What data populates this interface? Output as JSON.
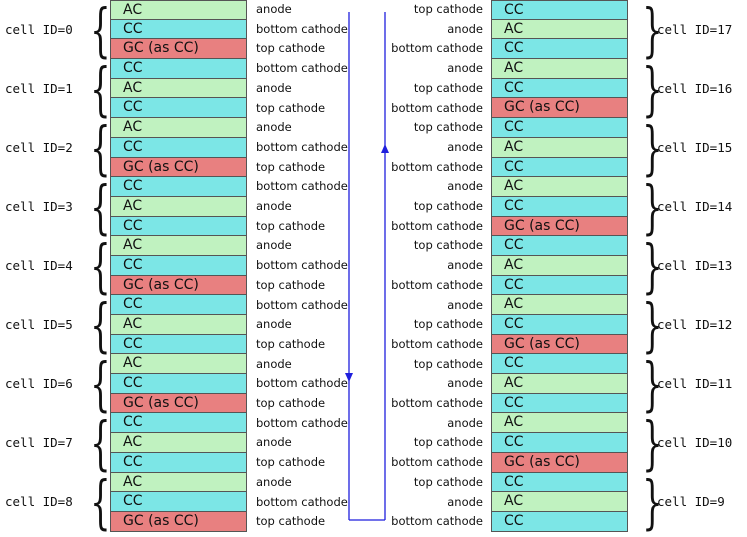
{
  "colors": {
    "AC": "#c0f2c0",
    "CC": "#7ce6e6",
    "GC": "#e88080",
    "arrow": "#1f1fdd"
  },
  "left_stack": [
    {
      "id": "cell ID=0",
      "layers": [
        {
          "t": "AC",
          "l": "anode"
        },
        {
          "t": "CC",
          "l": "bottom cathode"
        },
        {
          "t": "GC (as CC)",
          "l": "top cathode"
        }
      ]
    },
    {
      "id": "cell ID=1",
      "layers": [
        {
          "t": "CC",
          "l": "bottom cathode"
        },
        {
          "t": "AC",
          "l": "anode"
        },
        {
          "t": "CC",
          "l": "top cathode"
        }
      ]
    },
    {
      "id": "cell ID=2",
      "layers": [
        {
          "t": "AC",
          "l": "anode"
        },
        {
          "t": "CC",
          "l": "bottom cathode"
        },
        {
          "t": "GC (as CC)",
          "l": "top cathode"
        }
      ]
    },
    {
      "id": "cell ID=3",
      "layers": [
        {
          "t": "CC",
          "l": "bottom cathode"
        },
        {
          "t": "AC",
          "l": "anode"
        },
        {
          "t": "CC",
          "l": "top cathode"
        }
      ]
    },
    {
      "id": "cell ID=4",
      "layers": [
        {
          "t": "AC",
          "l": "anode"
        },
        {
          "t": "CC",
          "l": "bottom cathode"
        },
        {
          "t": "GC (as CC)",
          "l": "top cathode"
        }
      ]
    },
    {
      "id": "cell ID=5",
      "layers": [
        {
          "t": "CC",
          "l": "bottom cathode"
        },
        {
          "t": "AC",
          "l": "anode"
        },
        {
          "t": "CC",
          "l": "top cathode"
        }
      ]
    },
    {
      "id": "cell ID=6",
      "layers": [
        {
          "t": "AC",
          "l": "anode"
        },
        {
          "t": "CC",
          "l": "bottom cathode"
        },
        {
          "t": "GC (as CC)",
          "l": "top cathode"
        }
      ]
    },
    {
      "id": "cell ID=7",
      "layers": [
        {
          "t": "CC",
          "l": "bottom cathode"
        },
        {
          "t": "AC",
          "l": "anode"
        },
        {
          "t": "CC",
          "l": "top cathode"
        }
      ]
    },
    {
      "id": "cell ID=8",
      "layers": [
        {
          "t": "AC",
          "l": "anode"
        },
        {
          "t": "CC",
          "l": "bottom cathode"
        },
        {
          "t": "GC (as CC)",
          "l": "top cathode"
        }
      ]
    }
  ],
  "right_stack": [
    {
      "id": "cell ID=17",
      "layers": [
        {
          "t": "CC",
          "l": "top cathode"
        },
        {
          "t": "AC",
          "l": "anode"
        },
        {
          "t": "CC",
          "l": "bottom cathode"
        }
      ]
    },
    {
      "id": "cell ID=16",
      "layers": [
        {
          "t": "AC",
          "l": "anode"
        },
        {
          "t": "CC",
          "l": "top cathode"
        },
        {
          "t": "GC (as CC)",
          "l": "bottom cathode"
        }
      ]
    },
    {
      "id": "cell ID=15",
      "layers": [
        {
          "t": "CC",
          "l": "top cathode"
        },
        {
          "t": "AC",
          "l": "anode"
        },
        {
          "t": "CC",
          "l": "bottom cathode"
        }
      ]
    },
    {
      "id": "cell ID=14",
      "layers": [
        {
          "t": "AC",
          "l": "anode"
        },
        {
          "t": "CC",
          "l": "top cathode"
        },
        {
          "t": "GC (as CC)",
          "l": "bottom cathode"
        }
      ]
    },
    {
      "id": "cell ID=13",
      "layers": [
        {
          "t": "CC",
          "l": "top cathode"
        },
        {
          "t": "AC",
          "l": "anode"
        },
        {
          "t": "CC",
          "l": "bottom cathode"
        }
      ]
    },
    {
      "id": "cell ID=12",
      "layers": [
        {
          "t": "AC",
          "l": "anode"
        },
        {
          "t": "CC",
          "l": "top cathode"
        },
        {
          "t": "GC (as CC)",
          "l": "bottom cathode"
        }
      ]
    },
    {
      "id": "cell ID=11",
      "layers": [
        {
          "t": "CC",
          "l": "top cathode"
        },
        {
          "t": "AC",
          "l": "anode"
        },
        {
          "t": "CC",
          "l": "bottom cathode"
        }
      ]
    },
    {
      "id": "cell ID=10",
      "layers": [
        {
          "t": "AC",
          "l": "anode"
        },
        {
          "t": "CC",
          "l": "top cathode"
        },
        {
          "t": "GC (as CC)",
          "l": "bottom cathode"
        }
      ]
    },
    {
      "id": "cell ID=9",
      "layers": [
        {
          "t": "CC",
          "l": "top cathode"
        },
        {
          "t": "AC",
          "l": "anode"
        },
        {
          "t": "CC",
          "l": "bottom cathode"
        }
      ]
    }
  ]
}
